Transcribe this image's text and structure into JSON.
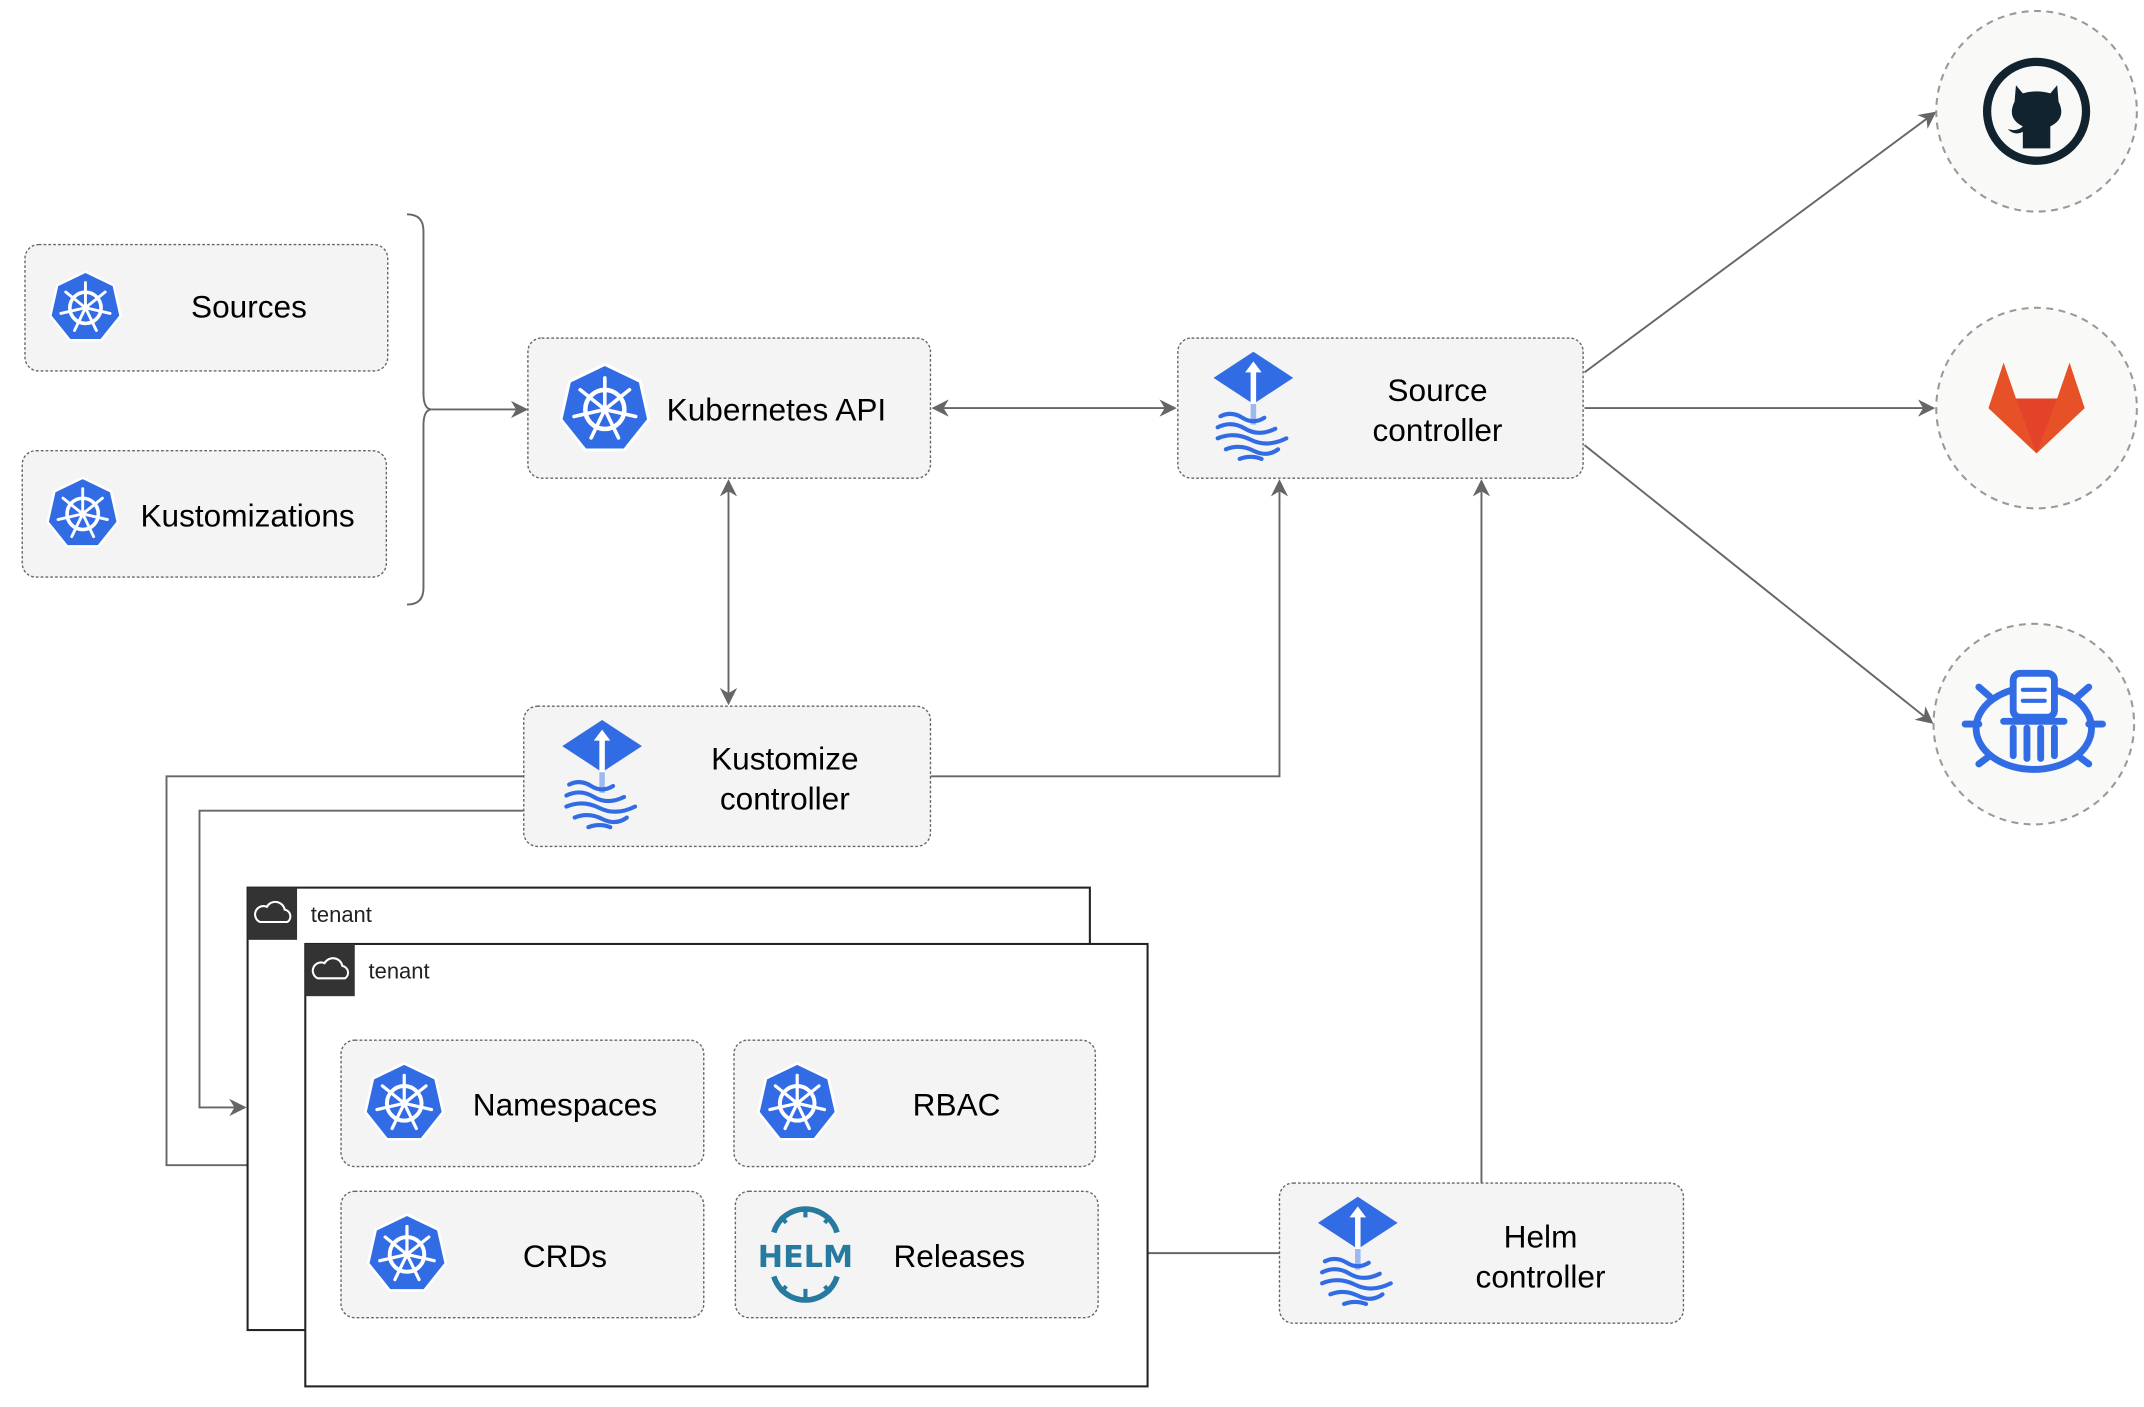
{
  "nodes": {
    "sources": "Sources",
    "kustomizations": "Kustomizations",
    "kubernetes_api": "Kubernetes API",
    "source_controller": [
      "Source",
      "controller"
    ],
    "kustomize_controller": [
      "Kustomize",
      "controller"
    ],
    "helm_controller": [
      "Helm",
      "controller"
    ],
    "namespaces": "Namespaces",
    "rbac": "RBAC",
    "crds": "CRDs",
    "releases": "Releases"
  },
  "tenants": [
    "tenant",
    "tenant"
  ],
  "icons": {
    "kubernetes": "kubernetes-icon",
    "flux": "flux-icon",
    "helm": "helm-icon",
    "helm_text": "HELM",
    "github": "github-icon",
    "gitlab": "gitlab-icon",
    "registry": "registry-icon",
    "cloud": "cloud-icon"
  },
  "colors": {
    "kubernetes_blue": "#326ce5",
    "gitlab_orange": "#e24329",
    "github_dark": "#11232f",
    "helm_blue": "#277a9f"
  }
}
